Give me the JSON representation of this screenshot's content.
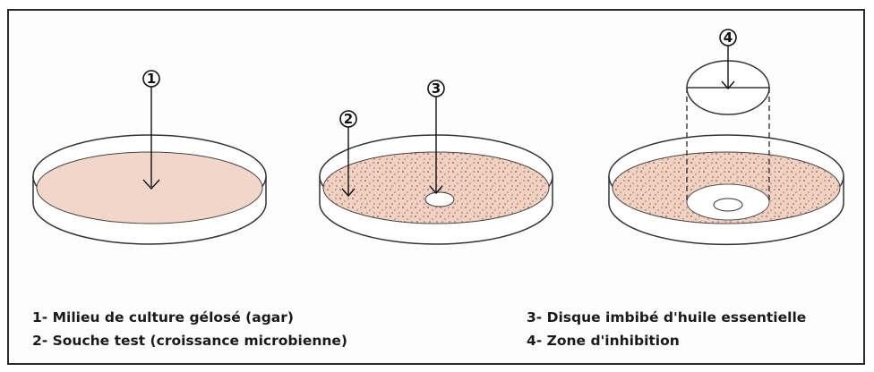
{
  "markers": {
    "m1": "1",
    "m2": "2",
    "m3": "3",
    "m4": "4"
  },
  "legend": {
    "left": [
      "1- Milieu de culture gélosé (agar)",
      "2- Souche test (croissance microbienne)"
    ],
    "right": [
      "3- Disque imbibé d'huile essentielle",
      "4- Zone d'inhibition"
    ]
  },
  "colors": {
    "agar": "#f2d6c9",
    "growth": "#b5636b",
    "outline": "#333333",
    "inhibition_zone": "#ffffff"
  }
}
